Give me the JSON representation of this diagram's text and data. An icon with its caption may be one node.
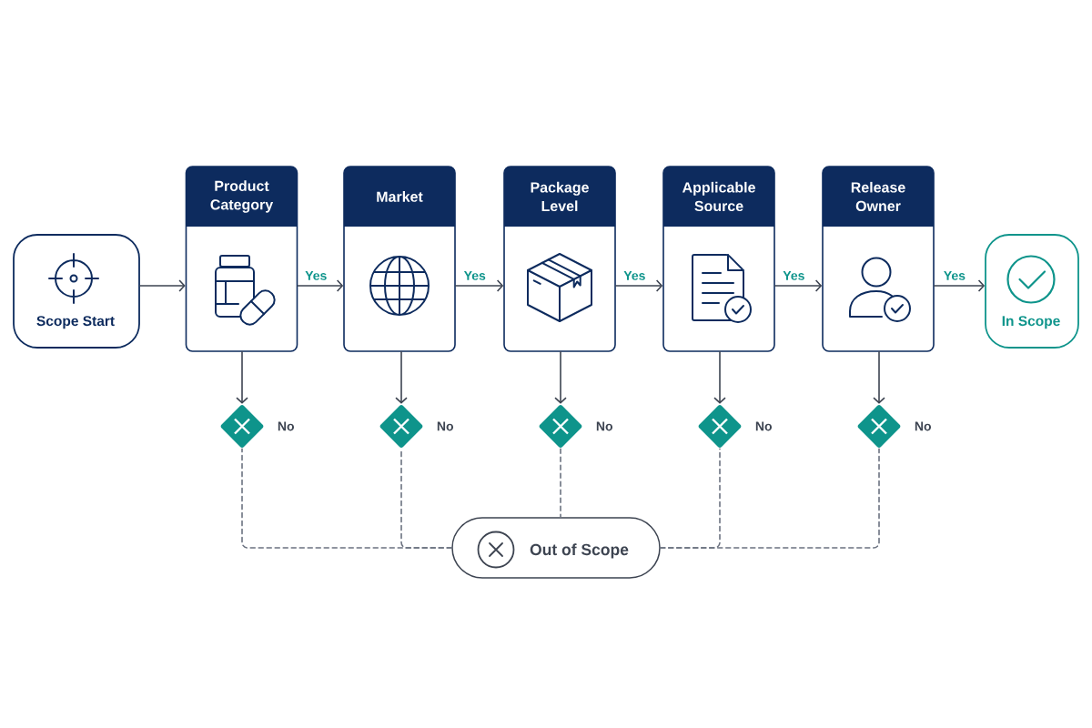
{
  "diagram": {
    "nodes": [
      {
        "text": [
          "Scope Start"
        ]
      },
      {
        "text": [
          "Product Category"
        ]
      },
      {
        "text": [
          "Market"
        ]
      },
      {
        "text": [
          "Package Level"
        ]
      },
      {
        "text": [
          "Applicable Source"
        ]
      },
      {
        "text": [
          "Release Owner"
        ]
      },
      {
        "text": [
          "In Scope"
        ]
      },
      {
        "text": [],
        "shape": "diamond",
        "beside": [
          "No"
        ]
      },
      {
        "text": [],
        "shape": "diamond",
        "beside": [
          "No"
        ]
      },
      {
        "text": [],
        "shape": "diamond",
        "beside": [
          "No"
        ]
      },
      {
        "text": [],
        "shape": "diamond",
        "beside": [
          "No"
        ]
      },
      {
        "text": [],
        "shape": "diamond",
        "beside": [
          "No"
        ]
      },
      {
        "text": [
          "Out of Scope"
        ]
      }
    ],
    "edges": [
      {
        "from": 0,
        "to": 1,
        "arrow": "to"
      },
      {
        "from": 1,
        "to": 2,
        "arrow": "to",
        "label": "Yes"
      },
      {
        "from": 2,
        "to": 3,
        "arrow": "to",
        "label": "Yes"
      },
      {
        "from": 3,
        "to": 4,
        "arrow": "to",
        "label": "Yes"
      },
      {
        "from": 4,
        "to": 5,
        "arrow": "to",
        "label": "Yes"
      },
      {
        "from": 5,
        "to": 6,
        "arrow": "to",
        "label": "Yes"
      },
      {
        "from": 1,
        "to": 7,
        "arrow": "to"
      },
      {
        "from": 2,
        "to": 8,
        "arrow": "to"
      },
      {
        "from": 3,
        "to": 9,
        "arrow": "to"
      },
      {
        "from": 4,
        "to": 10,
        "arrow": "to"
      },
      {
        "from": 5,
        "to": 11,
        "arrow": "to"
      },
      {
        "from": 7,
        "to": 12,
        "arrow": "none",
        "style": "dashed",
        "color": "#6b7280"
      },
      {
        "from": 8,
        "to": 12,
        "arrow": "none",
        "style": "dashed",
        "color": "#6b7280"
      },
      {
        "from": 9,
        "to": 12,
        "arrow": "none",
        "style": "dashed",
        "color": "#6b7280"
      },
      {
        "from": 10,
        "to": 12,
        "arrow": "none",
        "style": "dashed",
        "color": "#6b7280"
      },
      {
        "from": 11,
        "to": 12,
        "arrow": "none",
        "style": "dashed",
        "color": "#6b7280"
      }
    ]
  }
}
